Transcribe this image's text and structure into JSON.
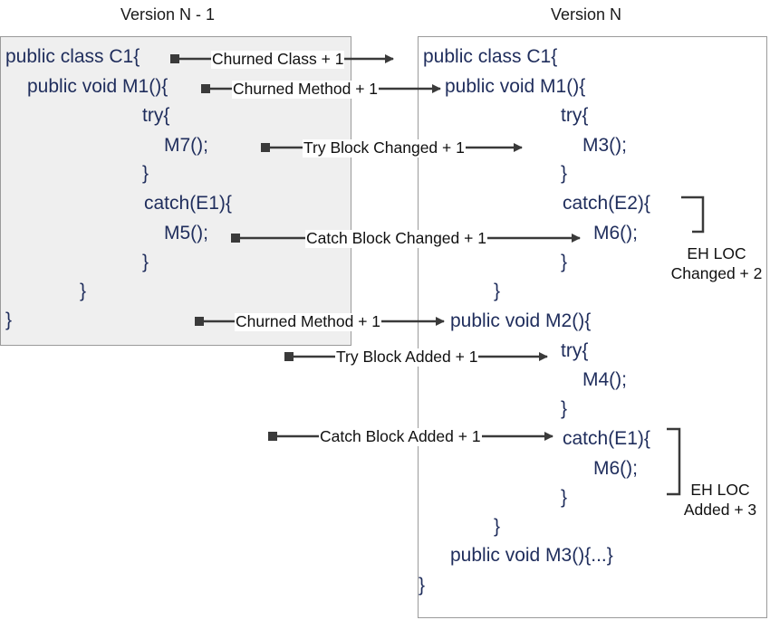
{
  "headings": {
    "old": "Version N - 1",
    "new": "Version N"
  },
  "old_code": [
    "public class C1{",
    "public void M1(){",
    "try{",
    "M7();",
    "}",
    "catch(E1){",
    "M5();",
    "}",
    "}",
    "}"
  ],
  "new_code": [
    "public class C1{",
    "public void M1(){",
    "try{",
    "M3();",
    "}",
    "catch(E2){",
    "M6();",
    "}",
    "}",
    "public void M2(){",
    "try{",
    "M4();",
    "}",
    "catch(E1){",
    "M6();",
    "}",
    "}",
    "public void M3(){...}",
    "}"
  ],
  "change_labels": [
    "Churned Class + 1",
    "Churned Method + 1",
    "Try Block Changed + 1",
    "Catch Block Changed + 1",
    "Churned Method + 1",
    "Try Block Added + 1",
    "Catch Block Added + 1"
  ],
  "eh_notes": {
    "changed": [
      "EH LOC",
      "Changed + 2"
    ],
    "added": [
      "EH LOC",
      "Added + 3"
    ]
  },
  "colors": {
    "code_text": "#1f2d5c",
    "arrow": "#3a3a3a",
    "old_panel_bg": "#efefef"
  }
}
